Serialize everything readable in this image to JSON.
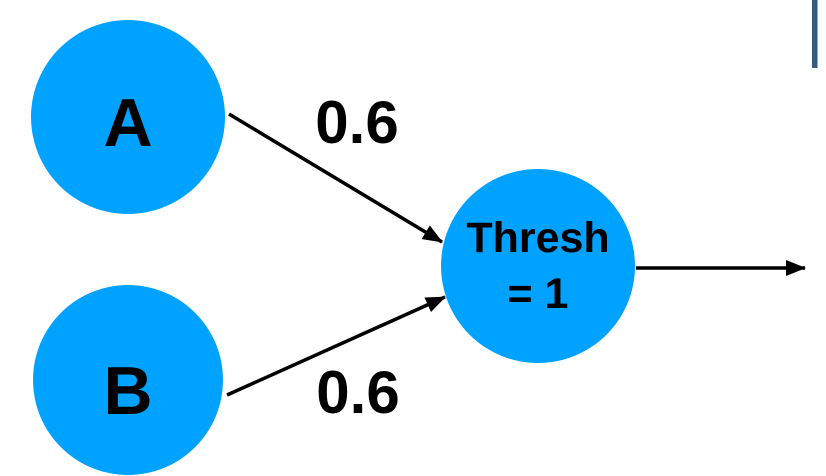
{
  "slide": {
    "background_color": "#FFFFFF",
    "accent_bar_color": "#305E7E"
  },
  "diagram": {
    "type": "neural-network-threshold-unit",
    "colors": {
      "node_fill": "#00A2FF",
      "edge_stroke": "#000000",
      "label_text": "#000000"
    },
    "nodes": [
      {
        "id": "A",
        "label": "A",
        "role": "input"
      },
      {
        "id": "B",
        "label": "B",
        "role": "input"
      },
      {
        "id": "threshold",
        "label_line1": "Thresh",
        "label_line2": "= 1",
        "role": "threshold-unit"
      }
    ],
    "edges": [
      {
        "from": "A",
        "to": "threshold",
        "weight": "0.6"
      },
      {
        "from": "B",
        "to": "threshold",
        "weight": "0.6"
      },
      {
        "from": "threshold",
        "to": "output"
      }
    ]
  }
}
